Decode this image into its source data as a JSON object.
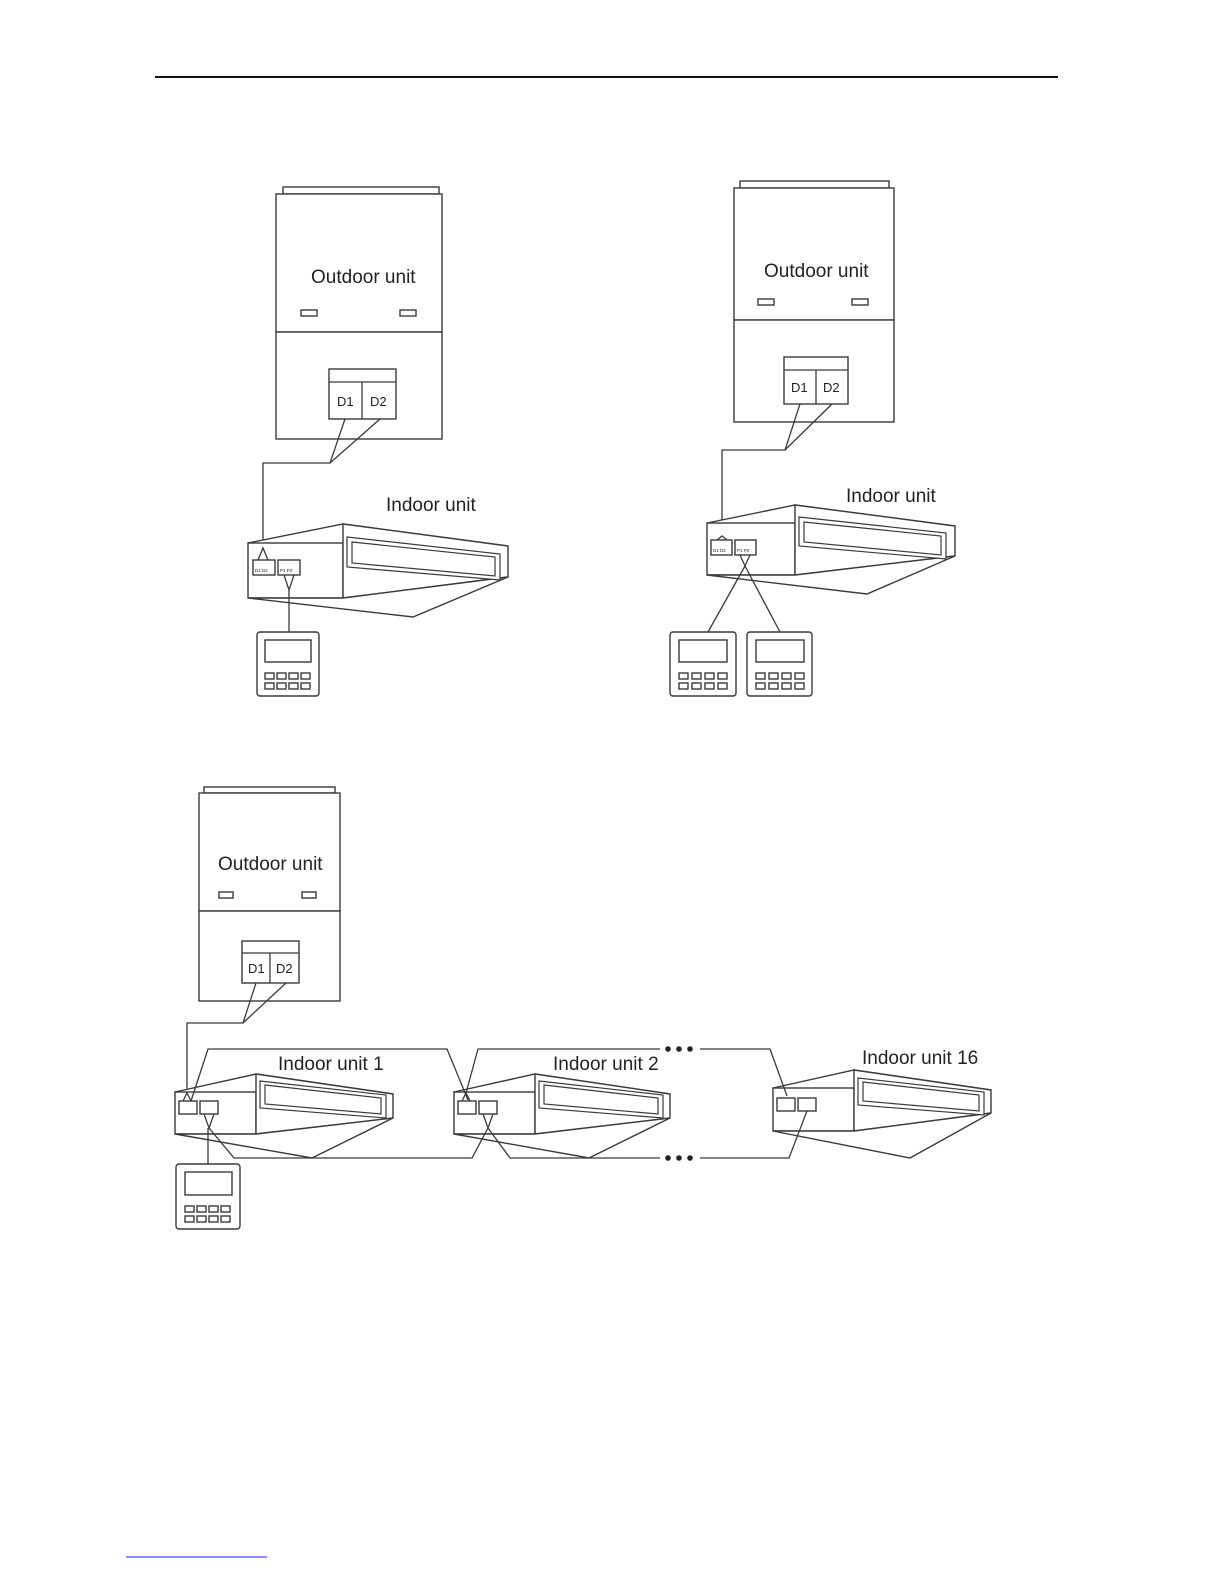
{
  "labels": {
    "outdoor_unit": "Outdoor unit",
    "indoor_unit": "Indoor unit",
    "indoor_unit_1": "Indoor unit 1",
    "indoor_unit_2": "Indoor unit 2",
    "indoor_unit_16": "Indoor unit 16",
    "terminal_d1": "D1",
    "terminal_d2": "D2"
  }
}
